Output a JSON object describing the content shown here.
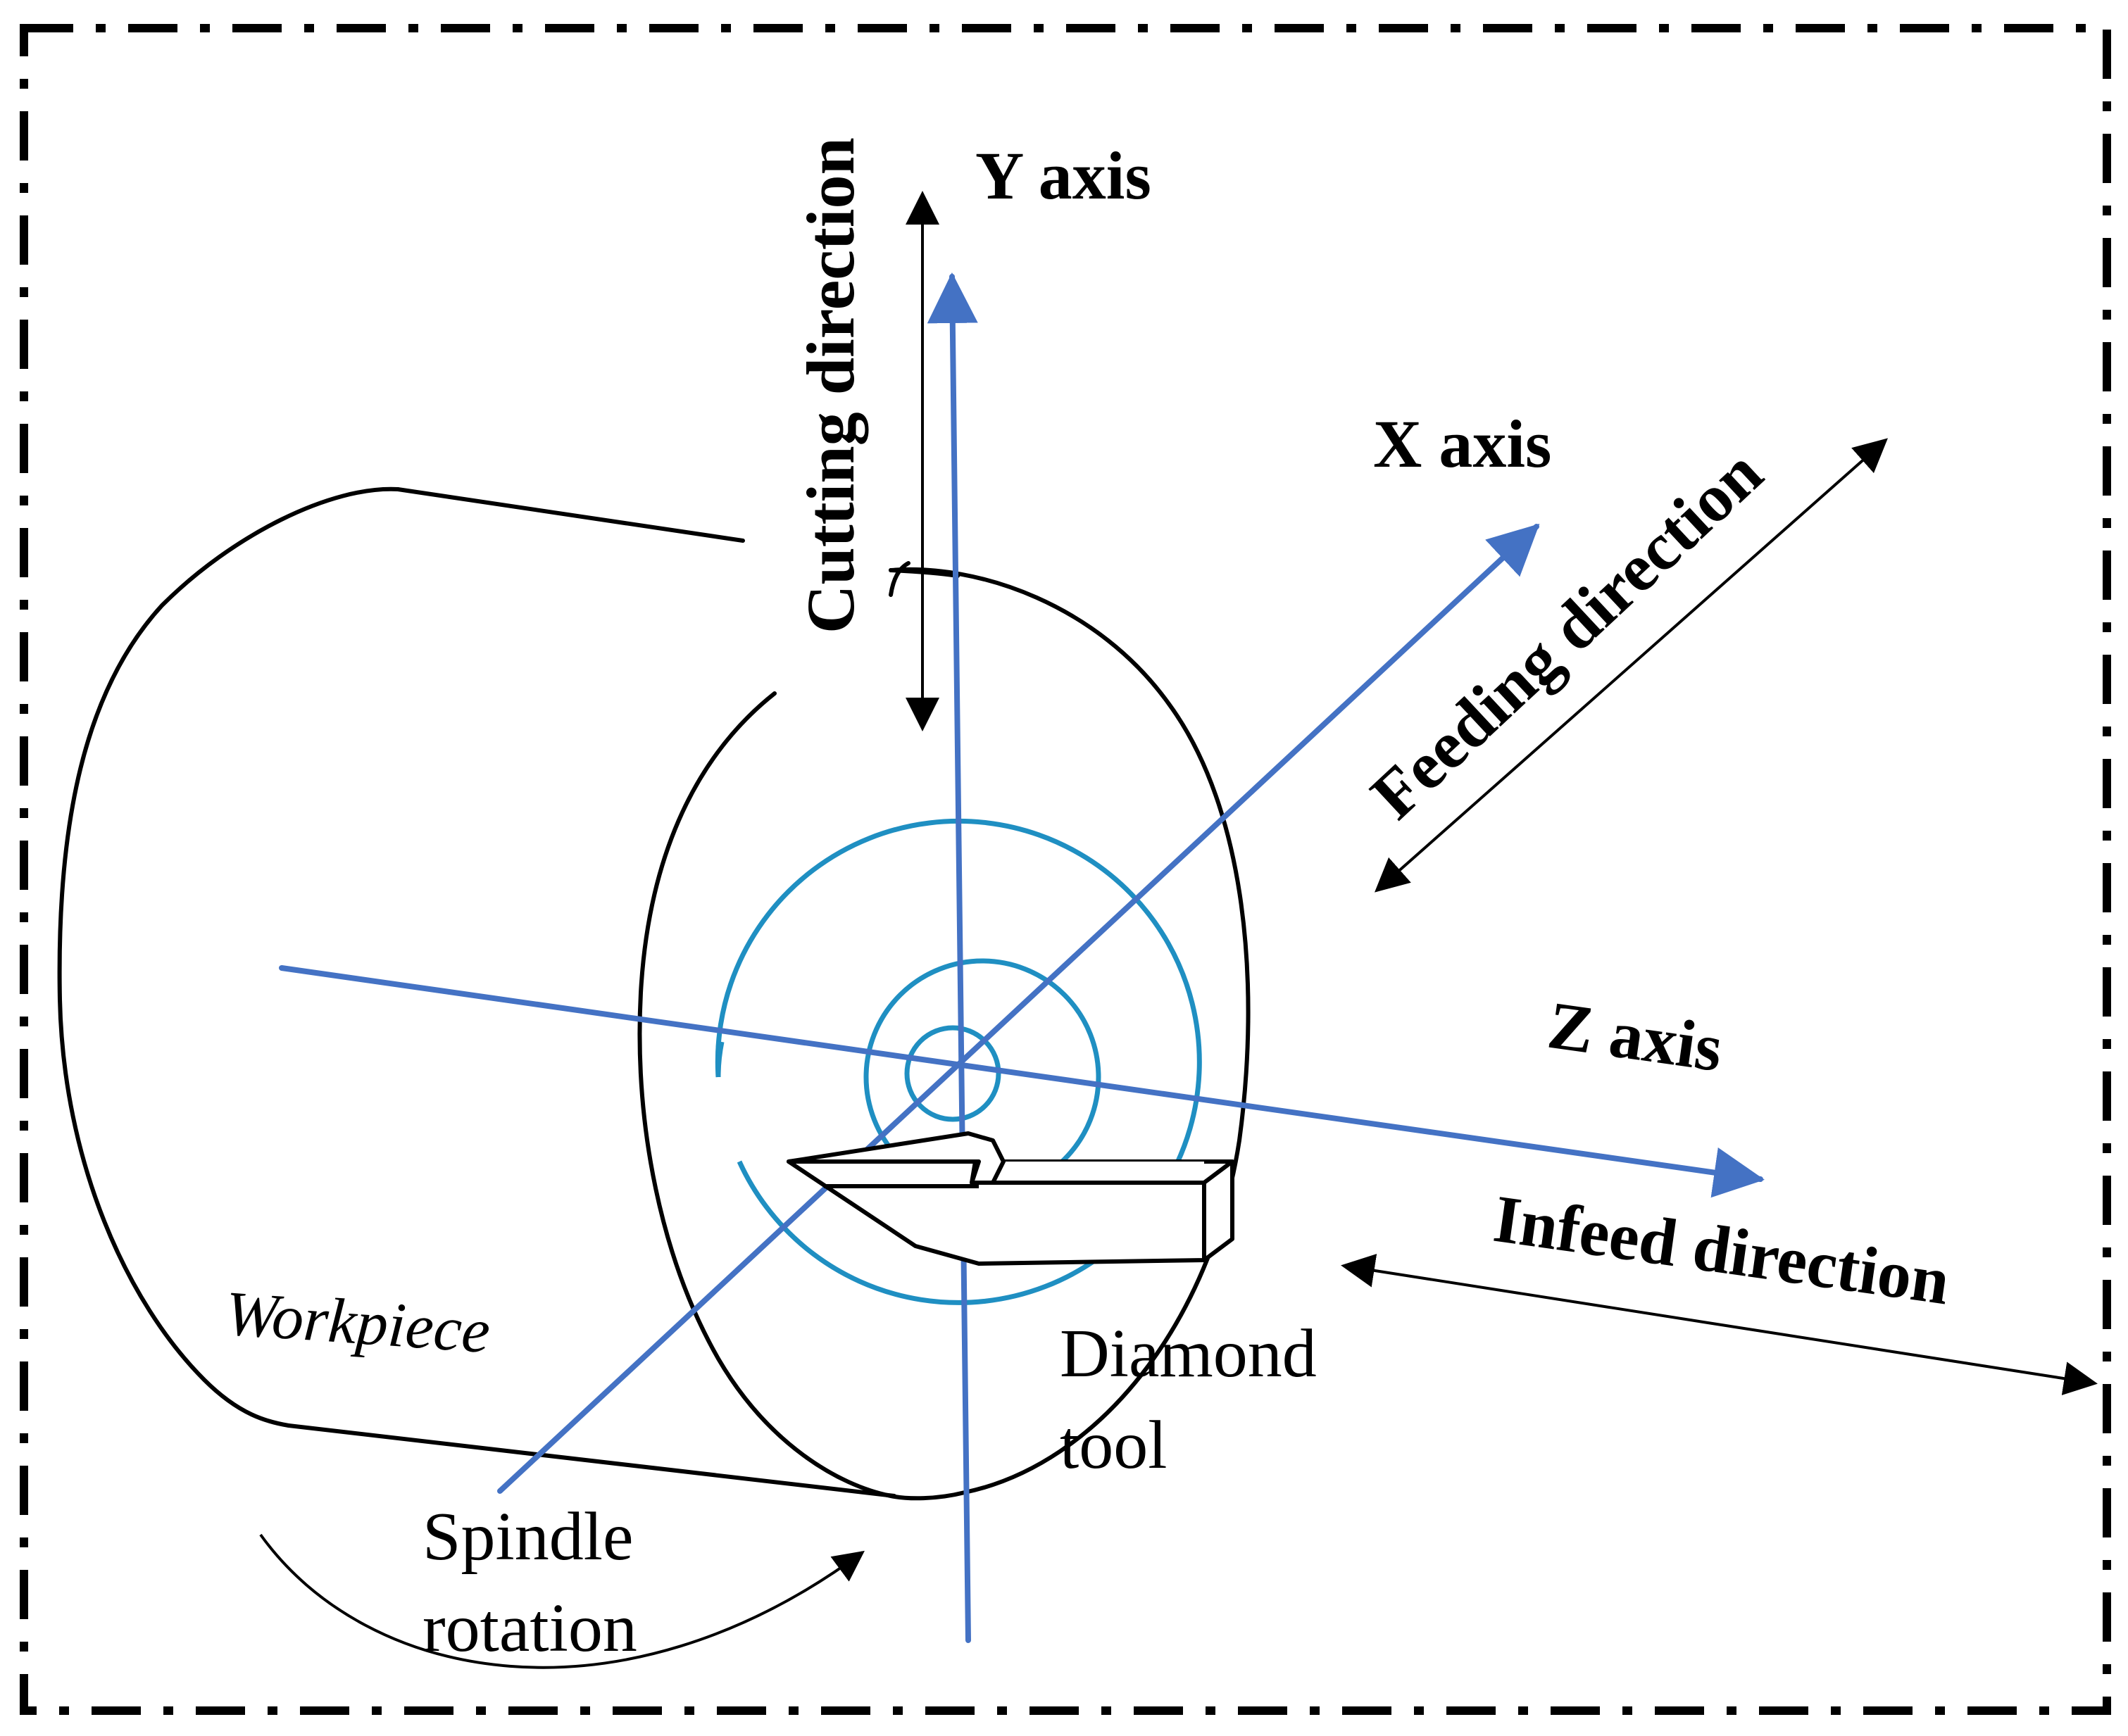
{
  "labels": {
    "y_axis": "Y axis",
    "x_axis": "X axis",
    "z_axis": "Z axis",
    "cutting_direction": "Cutting  direction",
    "feeding_direction": "Feeding direction",
    "infeed_direction": "Infeed direction",
    "workpiece": "Workpiece",
    "diamond_tool_line1": "Diamond",
    "diamond_tool_line2": "tool",
    "spindle_line1": "Spindle",
    "spindle_line2": "rotation"
  },
  "colors": {
    "axis": "#4472c4",
    "spiral": "#1f8fc2",
    "line": "#000000",
    "border": "#000000",
    "background": "#ffffff"
  }
}
